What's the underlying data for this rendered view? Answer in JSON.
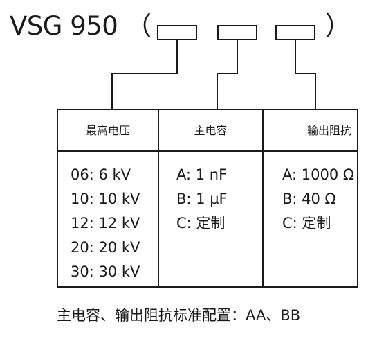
{
  "title": {
    "model": "VSG 950",
    "open_paren": "（",
    "close_paren": "）"
  },
  "table": {
    "columns": [
      {
        "header": "最高电压",
        "options": [
          "06: 6 kV",
          "10: 10 kV",
          "12: 12 kV",
          "20: 20 kV",
          "30: 30 kV"
        ]
      },
      {
        "header": "主电容",
        "options": [
          "A: 1 nF",
          "B: 1 µF",
          "C: 定制"
        ]
      },
      {
        "header": "输出阻抗",
        "options": [
          "A: 1000 Ω",
          "B: 40 Ω",
          "C: 定制"
        ]
      }
    ]
  },
  "footnote": "主电容、输出阻抗标准配置：AA、BB"
}
